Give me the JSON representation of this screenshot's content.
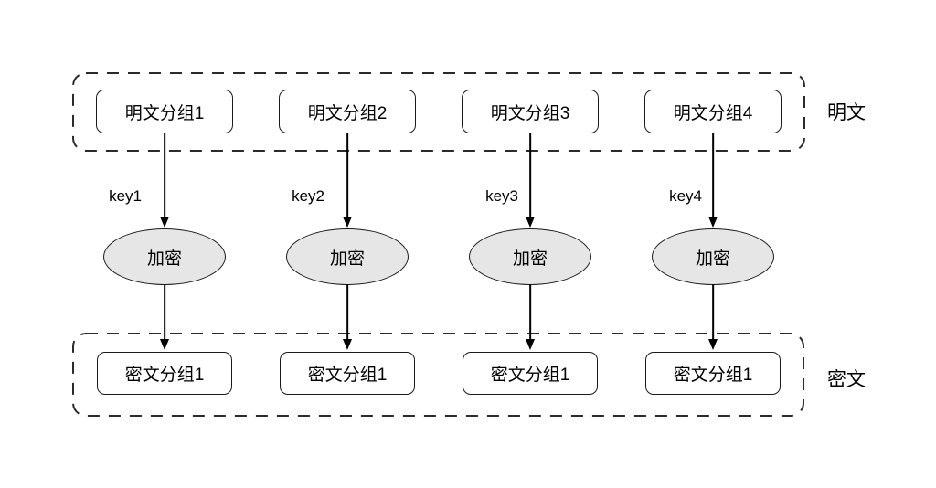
{
  "diagram": {
    "title_semantic": "block-cipher-encryption-diagram",
    "plaintext_group_label": "明文",
    "ciphertext_group_label": "密文",
    "columns": [
      {
        "plaintext": "明文分组1",
        "key": "key1",
        "process": "加密",
        "ciphertext": "密文分组1"
      },
      {
        "plaintext": "明文分组2",
        "key": "key2",
        "process": "加密",
        "ciphertext": "密文分组1"
      },
      {
        "plaintext": "明文分组3",
        "key": "key3",
        "process": "加密",
        "ciphertext": "密文分组1"
      },
      {
        "plaintext": "明文分组4",
        "key": "key4",
        "process": "加密",
        "ciphertext": "密文分组1"
      }
    ],
    "colors": {
      "background": "#ffffff",
      "stroke": "#1a1a1a",
      "ellipse_fill": "#e6e6e6",
      "text": "#000000"
    }
  }
}
